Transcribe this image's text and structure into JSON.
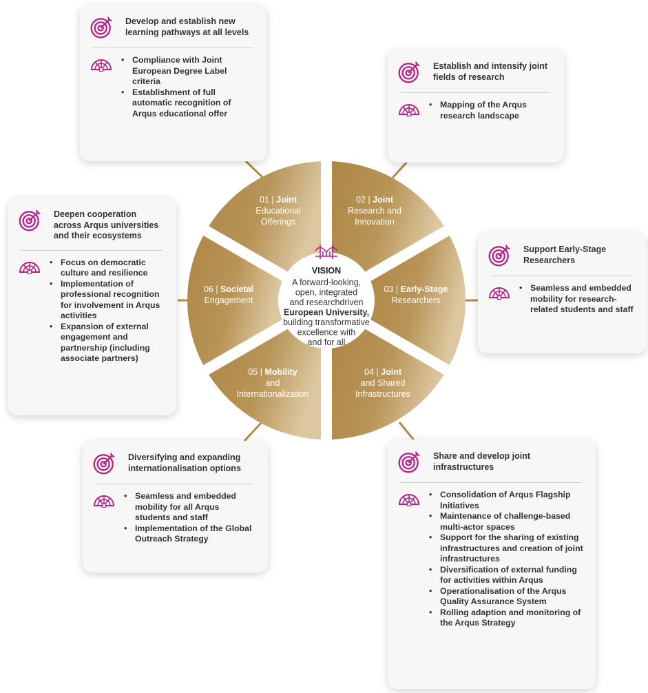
{
  "colors": {
    "gold_dark": "#b08a4a",
    "gold_light": "#d6bd8f",
    "magenta": "#b4238a",
    "card_bg": "#f7f7f7"
  },
  "center": {
    "icon": "bridge-icon",
    "title": "VISION",
    "lines": [
      "A forward-looking,",
      "open, integrated",
      "and researchdriven"
    ],
    "bold_line": "European University,",
    "tail_lines": [
      "building transformative",
      "excellence with",
      "and for all"
    ]
  },
  "segments": [
    {
      "num": "01",
      "name_lines": [
        "Joint",
        "Educational",
        "Offerings"
      ]
    },
    {
      "num": "02",
      "name_lines": [
        "Joint",
        "Research and",
        "Innovation"
      ]
    },
    {
      "num": "03",
      "name_lines": [
        "Early-Stage",
        "Researchers"
      ]
    },
    {
      "num": "04",
      "name_lines": [
        "Joint",
        "and Shared",
        "Infrastructures"
      ]
    },
    {
      "num": "05",
      "name_lines": [
        "Mobility",
        "and",
        "Internationalization"
      ]
    },
    {
      "num": "06",
      "name_lines": [
        "Societal",
        "Engagement"
      ]
    }
  ],
  "cards": [
    {
      "id": "educational",
      "title": "Develop and establish new learning pathways at all levels",
      "items": [
        "Compliance with Joint European Degree Label criteria",
        "Establishment of full automatic recognition of Arqus educational offer"
      ]
    },
    {
      "id": "research",
      "title": "Establish and intensify joint fields of research",
      "items": [
        "Mapping of the Arqus research landscape"
      ]
    },
    {
      "id": "early-stage",
      "title": "Support Early-Stage Researchers",
      "items": [
        "Seamless and embedded mobility for research-related students and staff"
      ]
    },
    {
      "id": "societal",
      "title": "Deepen cooperation across Arqus universities and their ecosystems",
      "items": [
        "Focus on democratic culture and resilience",
        "Implementation of professional recognition for involvement in Arqus activities",
        "Expansion of external engagement and partnership (including associate partners)"
      ]
    },
    {
      "id": "mobility",
      "title": "Diversifying and expanding internationalisation options",
      "items": [
        "Seamless and embedded mobility for all Arqus students and staff",
        "Implementation of the Global Outreach Strategy"
      ]
    },
    {
      "id": "infrastructures",
      "title": "Share and develop joint infrastructures",
      "items": [
        "Consolidation of Arqus Flagship Initiatives",
        "Maintenance of challenge-based multi-actor spaces",
        "Support for the sharing of existing infrastructures and creation of joint infrastructures",
        "Diversification of external funding for activities within Arqus",
        "Operationalisation of the Arqus Quality Assurance System",
        "Rolling adaption and monitoring of the Arqus Strategy"
      ]
    }
  ]
}
